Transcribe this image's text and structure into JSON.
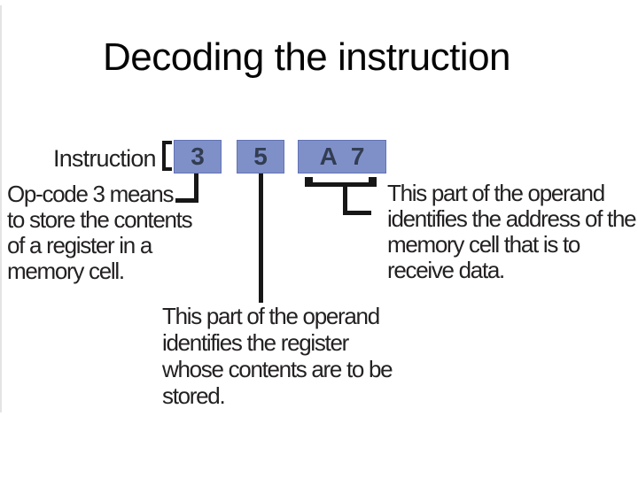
{
  "slide": {
    "title": "Decoding the instruction"
  },
  "figure": {
    "instruction_label": "Instruction",
    "boxes": [
      {
        "id": "opcode",
        "value": "3"
      },
      {
        "id": "register-operand",
        "value": "5"
      },
      {
        "id": "address-operand",
        "value": "A 7",
        "chars": [
          "A",
          "7"
        ]
      }
    ],
    "notes": {
      "opcode": {
        "lines": [
          "Op-code 3 means",
          "to store the contents",
          "of a register in a",
          "memory cell."
        ]
      },
      "register": {
        "lines": [
          "This part of the operand",
          "identifies the register",
          "whose contents are to be",
          "stored."
        ]
      },
      "address": {
        "lines": [
          "This part of the operand",
          "identifies the address of the",
          "memory cell that is to",
          "receive data."
        ]
      }
    },
    "colors": {
      "box_fill": "#7F90C9",
      "box_border": "#6273B4",
      "box_text": "#323D52",
      "connector": "#171717",
      "note_text": "#242122",
      "title_text": "#050505"
    }
  }
}
